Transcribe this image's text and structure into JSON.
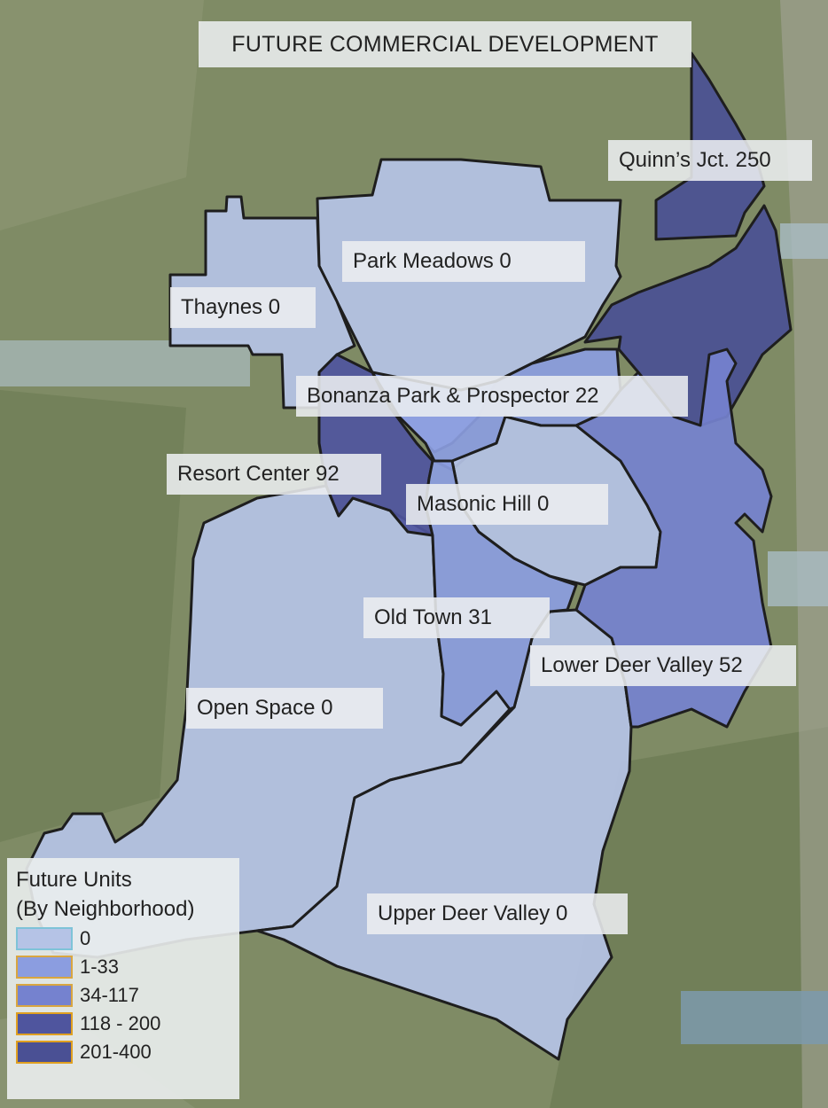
{
  "map": {
    "title": "FUTURE COMMERCIAL DEVELOPMENT",
    "colors": {
      "level_0": "#b5c3e6",
      "level_1_33": "#8b9de0",
      "level_34_117": "#7582cf",
      "level_118_200": "#4f559e",
      "level_201_400": "#4a5094",
      "boundary": "#1e1e1e",
      "terrain": "#7d8a63"
    },
    "neighborhoods": [
      {
        "name": "Quinn's Jct.",
        "units": 250,
        "label": "Quinn’s Jct. 250"
      },
      {
        "name": "Park Meadows",
        "units": 0,
        "label": "Park Meadows 0"
      },
      {
        "name": "Thaynes",
        "units": 0,
        "label": "Thaynes 0"
      },
      {
        "name": "Bonanza Park & Prospector",
        "units": 22,
        "label": "Bonanza Park & Prospector  22"
      },
      {
        "name": "Resort Center",
        "units": 92,
        "label": "Resort Center 92"
      },
      {
        "name": "Masonic Hill",
        "units": 0,
        "label": "Masonic Hill 0"
      },
      {
        "name": "Old Town",
        "units": 31,
        "label": "Old Town 31"
      },
      {
        "name": "Lower Deer Valley",
        "units": 52,
        "label": "Lower Deer Valley 52"
      },
      {
        "name": "Open Space",
        "units": 0,
        "label": "Open Space 0"
      },
      {
        "name": "Upper Deer Valley",
        "units": 0,
        "label": "Upper Deer Valley 0"
      }
    ],
    "legend": {
      "title_line1": "Future Units",
      "title_line2": "(By Neighborhood)",
      "items": [
        {
          "label": "0",
          "color": "#b5c3e6",
          "border": "#7ec3d8"
        },
        {
          "label": "1-33",
          "color": "#8b9de0",
          "border": "#d9a640"
        },
        {
          "label": "34-117",
          "color": "#7582cf",
          "border": "#d9a640"
        },
        {
          "label": "118 - 200",
          "color": "#4f559e",
          "border": "#e0a020"
        },
        {
          "label": "201-400",
          "color": "#4a5094",
          "border": "#e0a020"
        }
      ]
    }
  }
}
